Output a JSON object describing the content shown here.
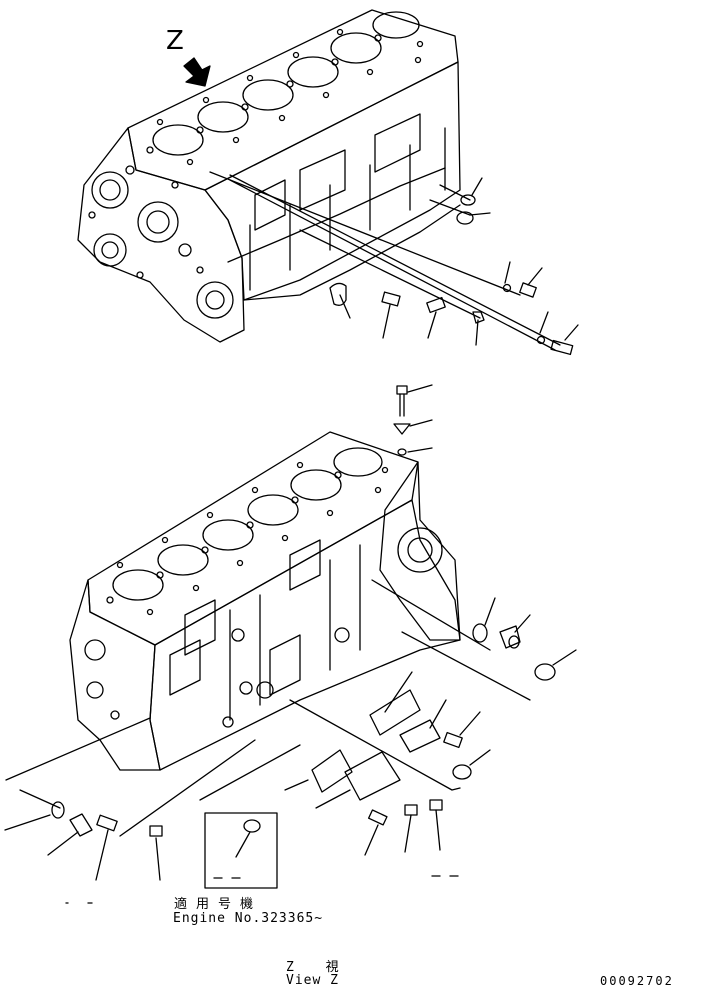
{
  "view_marker": "Z",
  "applicability": {
    "label_jp": "適用号機",
    "engine_no": "Engine No.323365~"
  },
  "view_caption": {
    "jp": "Z 視",
    "en": "View Z"
  },
  "drawing_number": "00092702"
}
